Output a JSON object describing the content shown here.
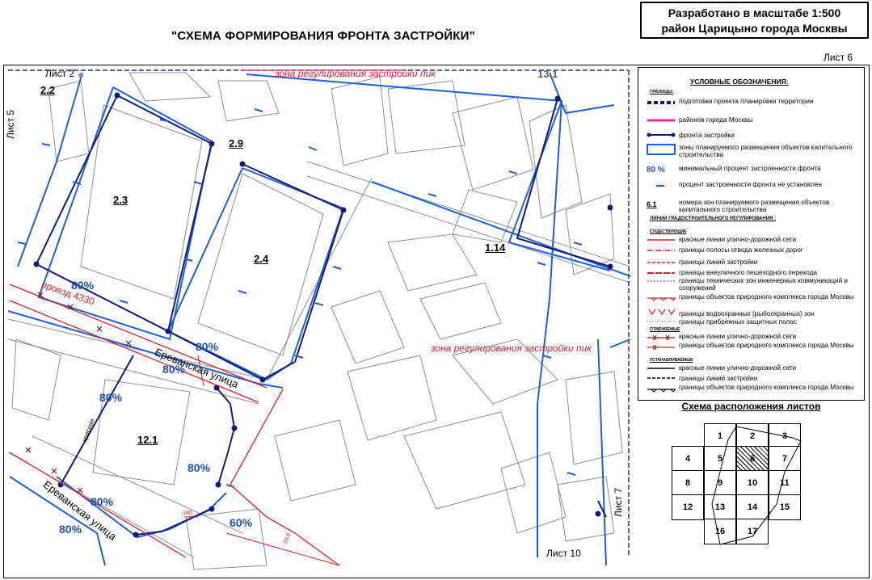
{
  "header": {
    "stamp_line1": "Разработано в масштабе 1:500",
    "stamp_line2": "район Царицыно города Москвы",
    "title": "\"СХЕМА ФОРМИРОВАНИЯ ФРОНТА ЗАСТРОЙКИ\"",
    "sheet": "Лист 6"
  },
  "sheets": {
    "top": "Лист 2",
    "left": "Лист 5",
    "right": "Лист 7",
    "bottom": "Лист 10"
  },
  "zones": {
    "z22": "2.2",
    "z23": "2.3",
    "z24": "2.4",
    "z29": "2.9",
    "z121": "12.1",
    "z114": "1.14",
    "z131": "13.1"
  },
  "percents": {
    "p1": "80%",
    "p2": "80%",
    "p3": "80%",
    "p4": "80%",
    "p5": "80%",
    "p6": "80%",
    "p7": "80%",
    "p8": "60%"
  },
  "map_text": {
    "zone_reg_top": "зона регулирования застройки пик",
    "zone_reg_mid": "зона регулирования застройки пик",
    "proezd": "проезд 4330",
    "street1": "Ереванская улица",
    "street2": "Ереванская улица",
    "krasnaya": "красная",
    "dim1": "180",
    "dim2": "20,0"
  },
  "legend": {
    "title": "УСЛОВНЫЕ ОБОЗНАЧЕНИЯ:",
    "borders_header": "ГРАНИЦЫ:",
    "items": [
      "подготовки проекта планировки территории",
      "районов города Москвы",
      "фронта застройки",
      "зоны планируемого размещения объектов капитального строительства",
      "минимальный процент застроенности фронта",
      "процент застроенности фронта не установлен",
      "номера зон планируемого размещения объектов капитального строительства"
    ],
    "sym_percent": "80 %",
    "sym_number": "6.1",
    "reg_header": "ЛИНИИ ГРАДОСТРОИТЕЛЬНОГО РЕГУЛИРОВАНИЯ :",
    "existing_header": "СУЩЕСТВУЮЩИЕ",
    "existing_items": [
      "красные линии улично-дорожной сети",
      "границы полосы отвода железных дорог",
      "границы линий застройки",
      "границы внеуличного пешеходного перехода",
      "границы технических зон инженерных коммуникаций и сооружений",
      "границы объектов природного комплекса города Москвы",
      "границы водоохранных (рыбоохранных) зон",
      "границы прибрежных защитных полос"
    ],
    "cancel_header": "ОТМЕНЯЕМЫЕ",
    "cancel_items": [
      "красные линии улично-дорожной сети",
      "границы объектов природного комплекса города Москвы"
    ],
    "set_header": "УСТАНАВЛИВАЕМЫЕ",
    "set_items": [
      "красные линии улично-дорожной сети",
      "границы линий застройки",
      "границы объектов природного комплекса города Москвы"
    ]
  },
  "layout_title": "Схема расположения листов",
  "layout_cells": [
    "1",
    "2",
    "3",
    "4",
    "5",
    "6",
    "7",
    "8",
    "9",
    "10",
    "11",
    "12",
    "13",
    "14",
    "15",
    "16",
    "17"
  ],
  "layout_highlight": "6",
  "colors": {
    "blue": "#1f4fb8",
    "red": "#d9212a",
    "navy": "#101c74",
    "magenta": "#e0358b",
    "building": "#7b7f86"
  }
}
